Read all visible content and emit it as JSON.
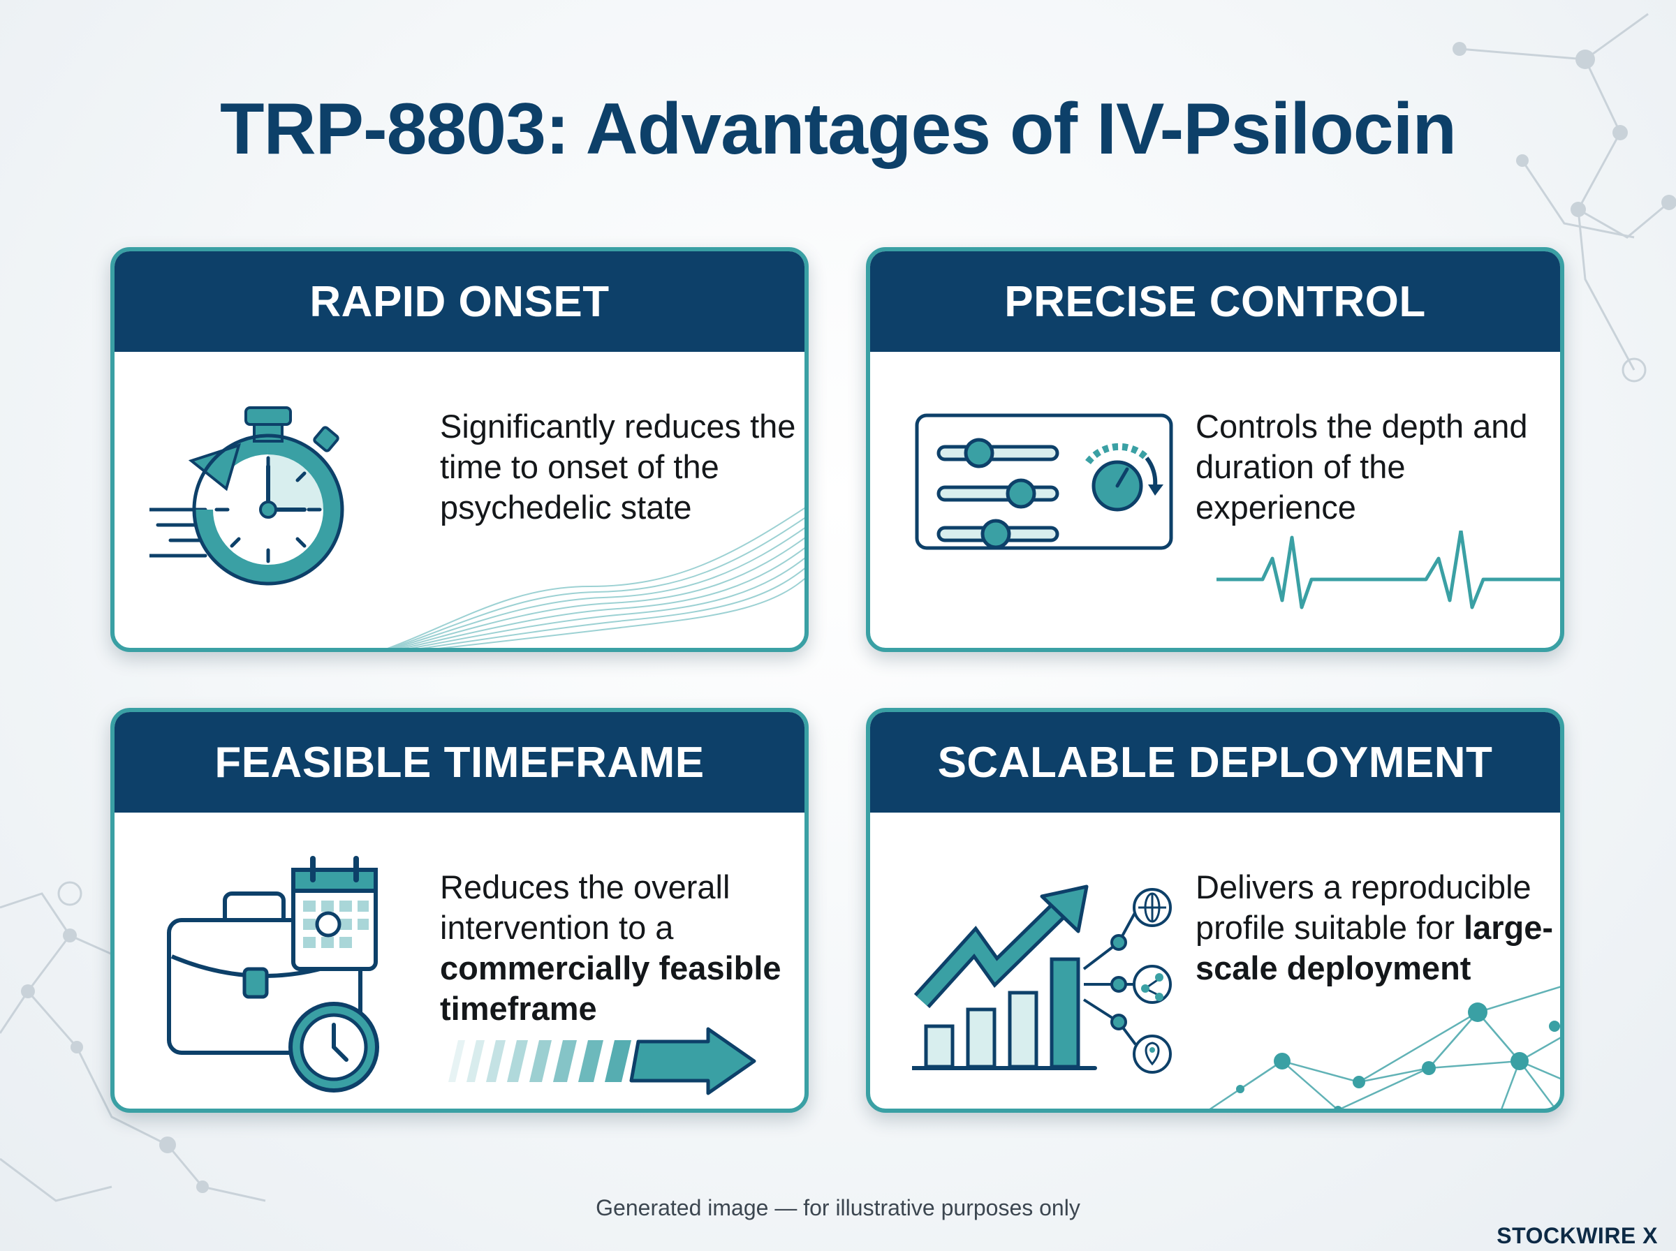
{
  "title": "TRP-8803: Advantages of IV-Psilocin",
  "cards": [
    {
      "heading": "RAPID ONSET",
      "text": "Significantly reduces the time to onset of the psychedelic state",
      "icon": "stopwatch-icon"
    },
    {
      "heading": "PRECISE CONTROL",
      "text": "Controls the depth and duration of the experience",
      "icon": "control-panel-icon"
    },
    {
      "heading": "FEASIBLE TIMEFRAME",
      "text_plain": "Reduces the overall intervention to a ",
      "text_bold": "commercially feasible timeframe",
      "icon": "briefcase-calendar-clock-icon"
    },
    {
      "heading": "SCALABLE DEPLOYMENT",
      "text_plain": "Delivers a reproducible profile suitable for ",
      "text_bold": "large-scale deployment",
      "icon": "growth-chart-network-icon"
    }
  ],
  "footer": "Generated image — for illustrative purposes only",
  "brand": "STOCKWIRE X",
  "colors": {
    "navy": "#0d4069",
    "teal": "#3aa0a4",
    "teal_light": "#d8eeee",
    "text": "#14171a"
  }
}
